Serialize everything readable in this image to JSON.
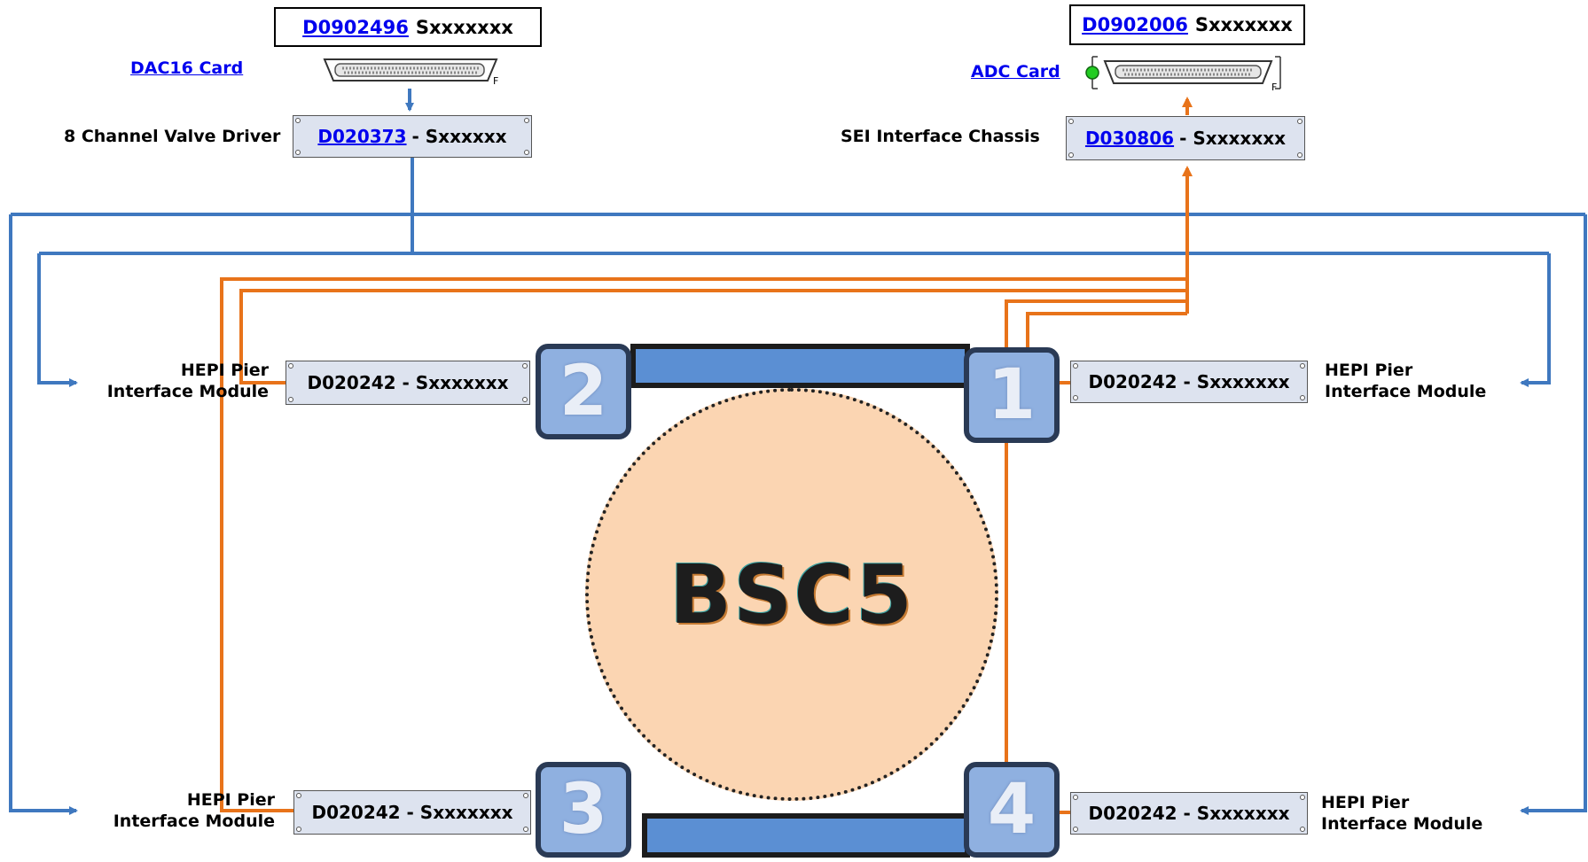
{
  "top_left": {
    "doc_part": "D0902496",
    "doc_serial": "Sxxxxxxx",
    "card_label": "DAC16 Card",
    "driver_label": "8 Channel Valve Driver",
    "driver_part": "D020373 ",
    "driver_serial": "- Sxxxxxx"
  },
  "top_right": {
    "doc_part": "D0902006",
    "doc_serial": "Sxxxxxxx",
    "card_label": "ADC Card",
    "chassis_label": "SEI Interface Chassis",
    "chassis_part": "D030806",
    "chassis_serial": "- Sxxxxxxx"
  },
  "modules": [
    {
      "id": 2,
      "label_line1": "HEPI Pier",
      "label_line2": "Interface Module",
      "box": "D020242 - Sxxxxxxx"
    },
    {
      "id": 1,
      "label_line1": "HEPI Pier",
      "label_line2": "Interface Module",
      "box": "D020242 - Sxxxxxxx"
    },
    {
      "id": 3,
      "label_line1": "HEPI Pier",
      "label_line2": "Interface Module",
      "box": "D020242 - Sxxxxxxx"
    },
    {
      "id": 4,
      "label_line1": "HEPI Pier",
      "label_line2": "Interface Module",
      "box": "D020242 - Sxxxxxxx"
    }
  ],
  "piers": [
    "2",
    "1",
    "3",
    "4"
  ],
  "chamber_label": "BSC5",
  "colors": {
    "dac_wire": "#3f78bf",
    "adc_wire": "#e8731a",
    "chassis_fill": "#dde3ef",
    "chamber_fill": "#fbd5b2",
    "pier_fill": "#8fb0e0",
    "beam_fill": "#5b8fd3"
  },
  "icons": [
    "dsub-connector-icon",
    "green-status-dot-icon",
    "arrow-icon"
  ]
}
